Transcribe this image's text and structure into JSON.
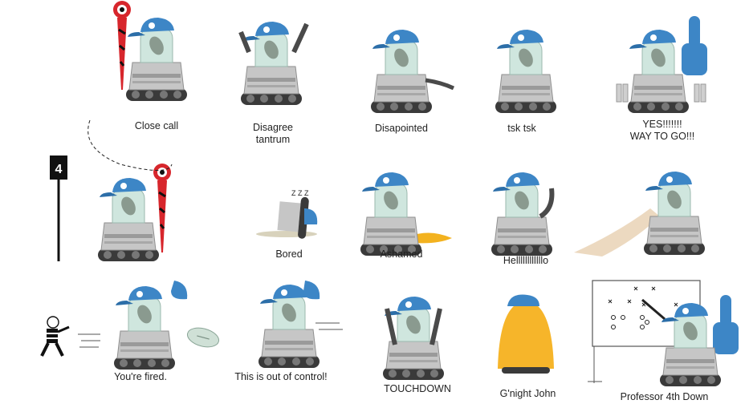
{
  "captions": {
    "close_call": "Close call",
    "disagree_l1": "Disagree",
    "disagree_l2": "tantrum",
    "disappointed": "Disapointed",
    "tsk": "tsk tsk",
    "yes_l1": "YES!!!!!!!",
    "yes_l2": "WAY TO GO!!!",
    "bored": "Bored",
    "ashamed": "Ashamed",
    "hello": "Hellllllllllllo",
    "fired": "You're fired.",
    "out_of_control": "This is out of control!",
    "touchdown": "TOUCHDOWN",
    "goodnight": "G'night John",
    "professor": "Professor 4th Down"
  },
  "down_marker": "4",
  "sleep_text": "Z Z Z",
  "colors": {
    "cap_blue": "#3d86c6",
    "robot_gray": "#b9b9b9",
    "tread_dark": "#3a3a3a",
    "arm_dark": "#4a4a4a",
    "dome_glass": "#cfe6de",
    "pylon_red": "#d7262c",
    "foam_finger": "#3d86c6",
    "blanket_yellow": "#f6b52a",
    "paper_tan": "#ecd9c0",
    "spill_yellow": "#f3b21f"
  },
  "icons": [
    "robot-icon",
    "football-icon",
    "pylon-icon",
    "down-marker-icon",
    "foam-finger-icon",
    "whiteboard-icon",
    "referee-icon"
  ]
}
